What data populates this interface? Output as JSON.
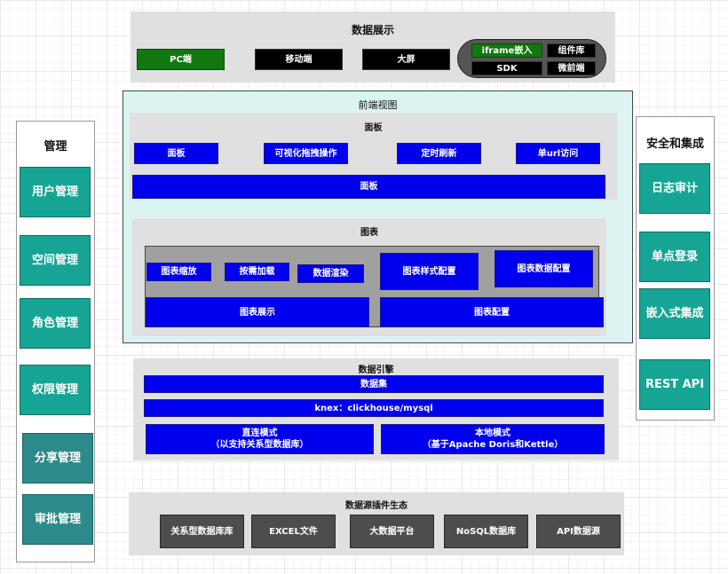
{
  "display": {
    "title": "数据展示",
    "pc": "PC端",
    "mobile": "移动端",
    "bigscreen": "大屏",
    "iframe": "iframe嵌入",
    "components": "组件库",
    "sdk": "SDK",
    "microfront": "微前端"
  },
  "frontend": {
    "title": "前端视图",
    "panel": {
      "title": "面板",
      "items": [
        "面板",
        "可视化拖拽操作",
        "定时刷新",
        "单url访问"
      ],
      "wide": "面板"
    },
    "chart": {
      "title": "图表",
      "zoom": "图表缩放",
      "lazy": "按需加载",
      "render": "数据渲染",
      "style": "图表样式配置",
      "data": "图表数据配置",
      "show": "图表展示",
      "config": "图表配置"
    }
  },
  "engine": {
    "title": "数据引擎",
    "dataset": "数据集",
    "knex": "knex：clickhouse/mysql",
    "direct": "直连模式\n（以支持关系型数据库）",
    "local": "本地模式\n（基于Apache Doris和Kettle）"
  },
  "datasource": {
    "title": "数据源插件生态",
    "items": [
      "关系型数据库库",
      "EXCEL文件",
      "大数据平台",
      "NoSQL数据库",
      "API数据源"
    ]
  },
  "management": {
    "title": "管理",
    "items": [
      "用户管理",
      "空间管理",
      "角色管理",
      "权限管理",
      "分享管理",
      "审批管理"
    ]
  },
  "security": {
    "title": "安全和集成",
    "items": [
      "日志审计",
      "单点登录",
      "嵌入式集成",
      "REST API"
    ]
  }
}
